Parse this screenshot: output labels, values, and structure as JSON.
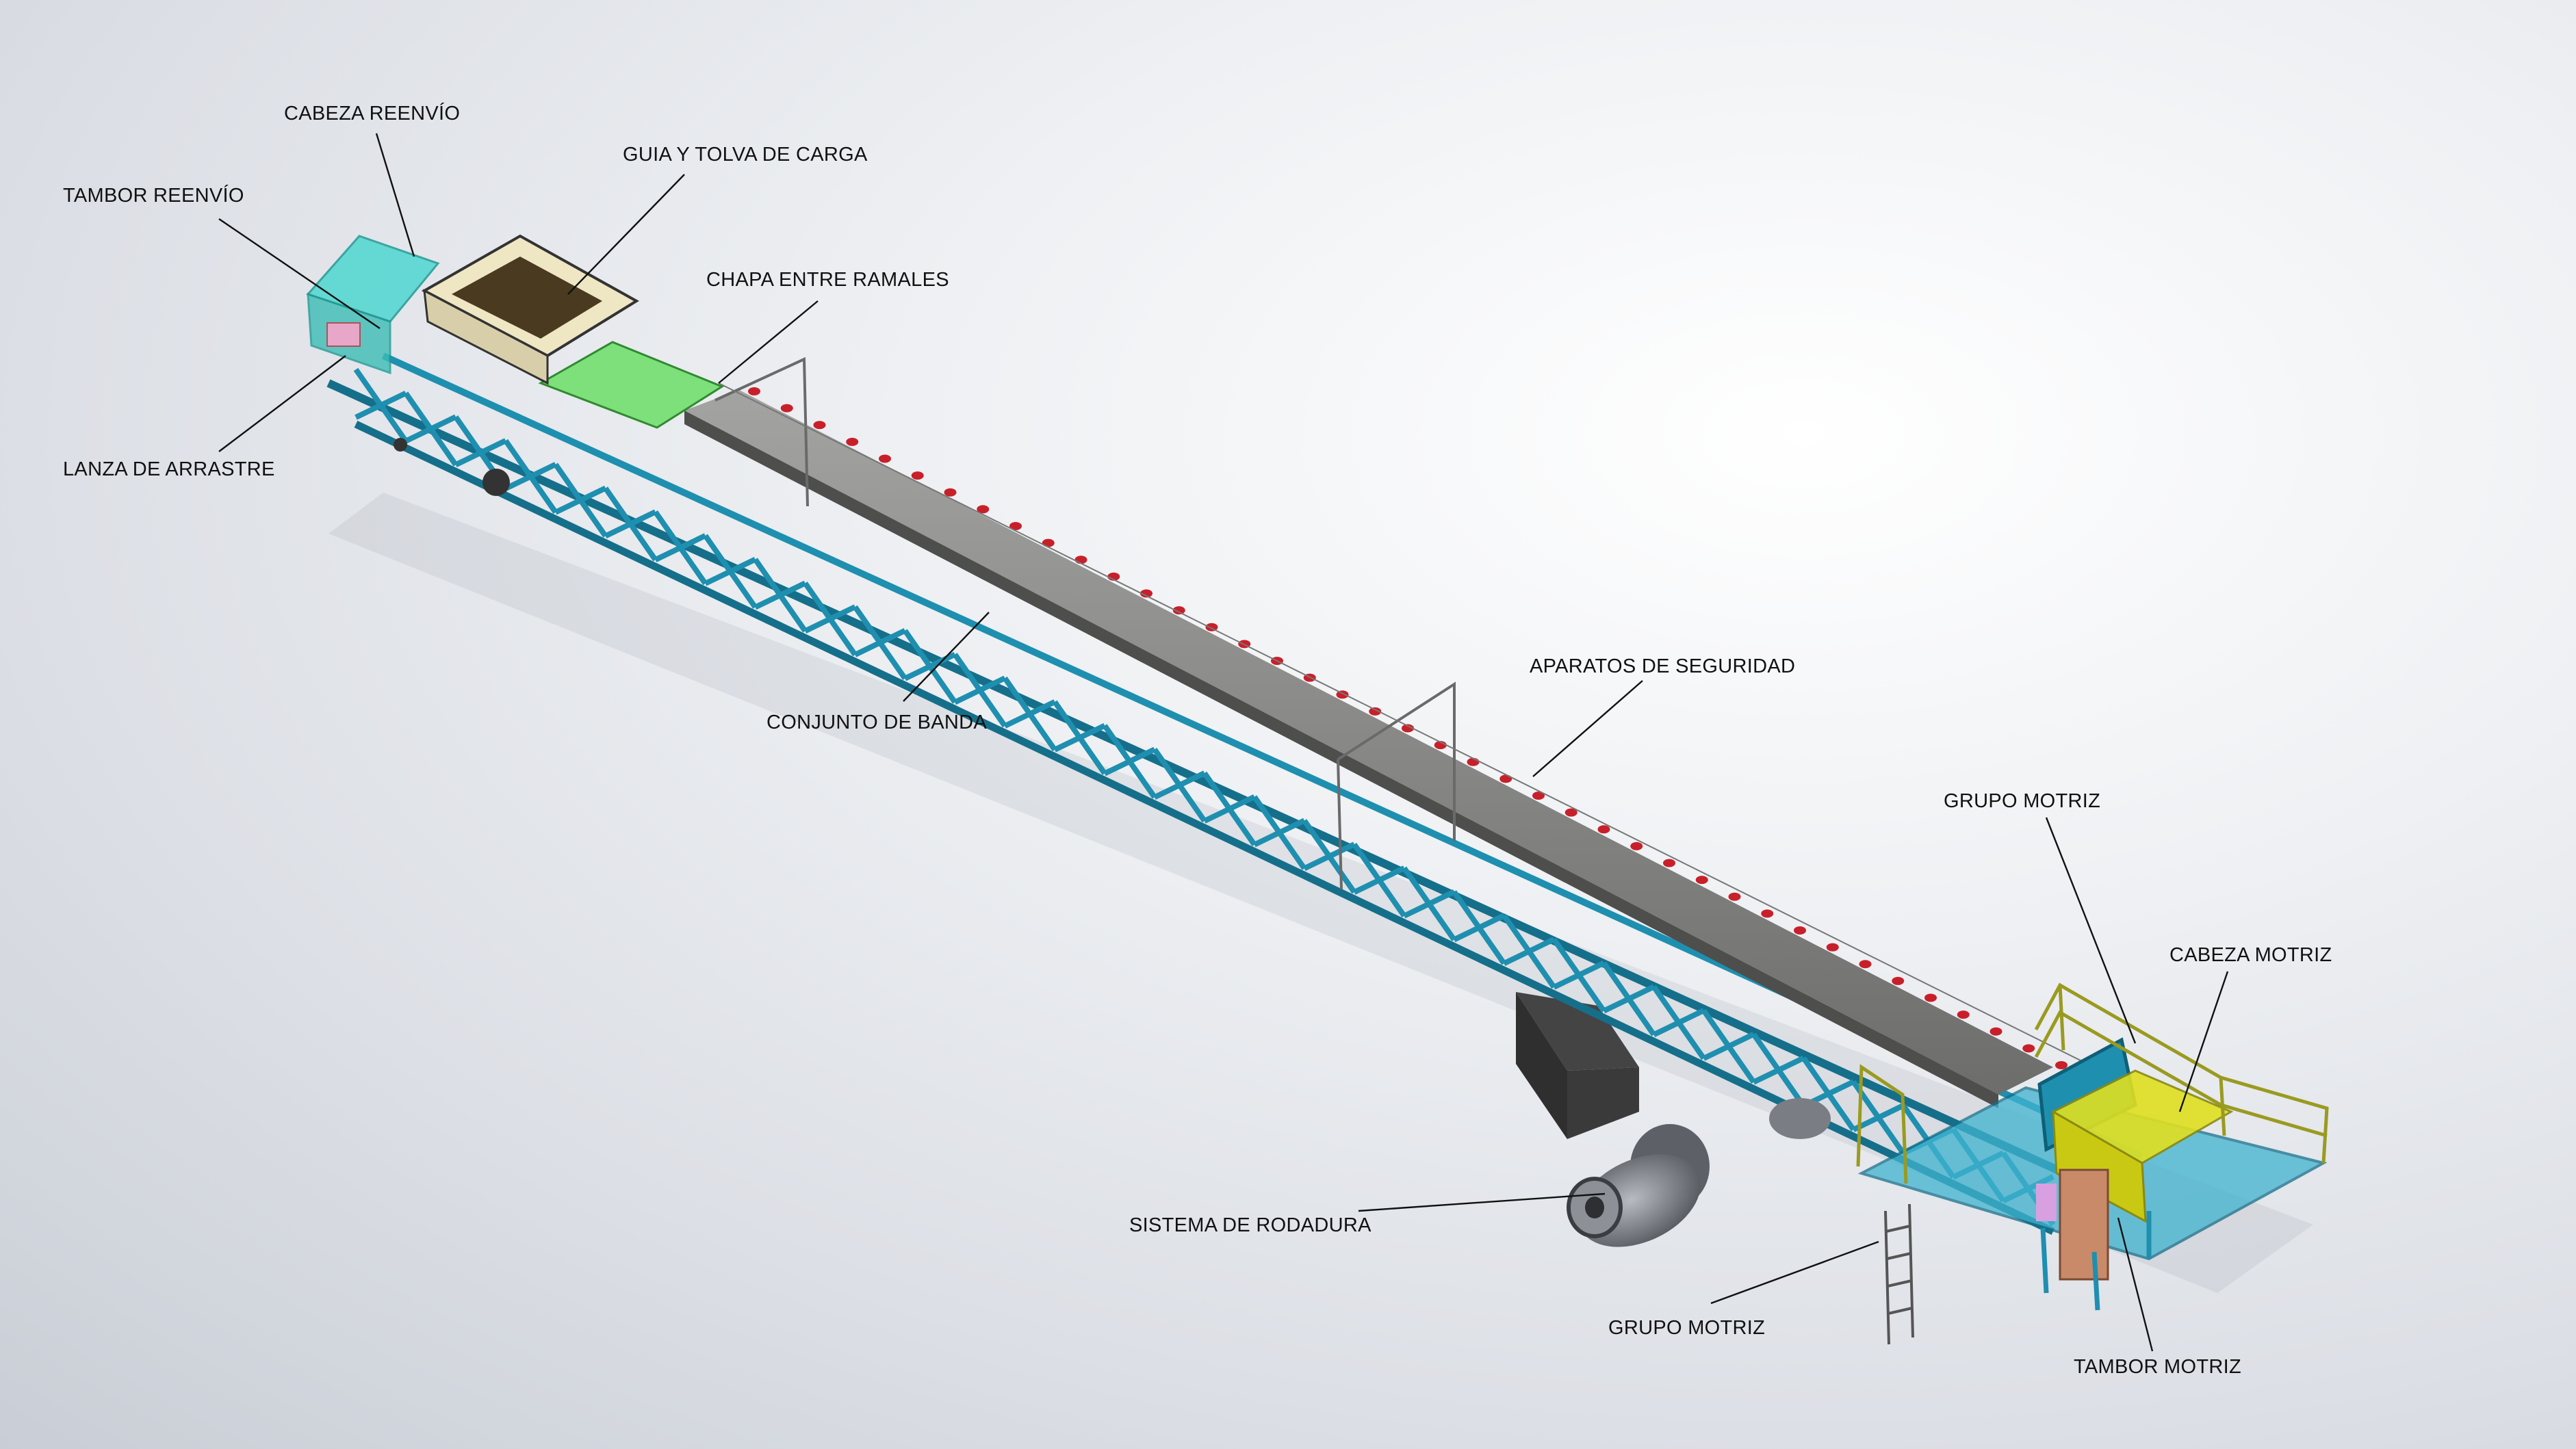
{
  "labels": {
    "cabeza_reenvio": "CABEZA REENVÍO",
    "tambor_reenvio": "TAMBOR REENVÍO",
    "guia_tolva": "GUIA Y TOLVA DE CARGA",
    "chapa_ramales": "CHAPA ENTRE RAMALES",
    "lanza_arrastre": "LANZA DE ARRASTRE",
    "conjunto_banda": "CONJUNTO DE BANDA",
    "aparatos_seguridad": "APARATOS DE SEGURIDAD",
    "grupo_motriz_top": "GRUPO MOTRIZ",
    "cabeza_motriz": "CABEZA MOTRIZ",
    "sistema_rodadura": "SISTEMA DE RODADURA",
    "grupo_motriz_bottom": "GRUPO MOTRIZ",
    "tambor_motriz": "TAMBOR MOTRIZ"
  },
  "colors": {
    "truss": "#1f8fb0",
    "truss_dark": "#156f8a",
    "belt": "#8a8a88",
    "belt_dark": "#5e5e5c",
    "idler": "#c8202a",
    "tail_guard": "#4fd6d0",
    "hopper": "#efe6c4",
    "green_plate": "#7de07a",
    "motor_guard": "#e0e020",
    "railing": "#9a9a20",
    "wheel": "#6f7378"
  }
}
